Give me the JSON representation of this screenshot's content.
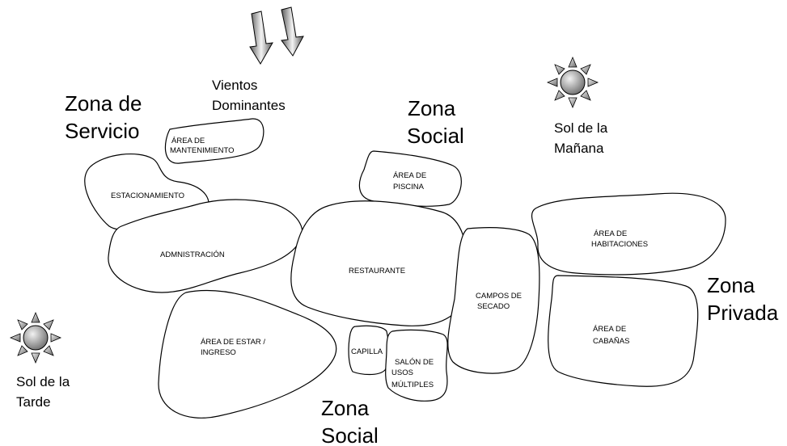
{
  "zones": {
    "servicio": [
      "Zona de",
      "Servicio"
    ],
    "social_top": [
      "Zona",
      "Social"
    ],
    "privada": [
      "Zona",
      "Privada"
    ],
    "social_bottom": [
      "Zona",
      "Social"
    ]
  },
  "notes": {
    "vientos": [
      "Vientos",
      "Dominantes"
    ],
    "sol_manana": [
      "Sol de la",
      "Mañana"
    ],
    "sol_tarde": [
      "Sol de la",
      "Tarde"
    ]
  },
  "areas": {
    "mantenimiento": [
      "ÁREA DE",
      "MANTENIMIENTO"
    ],
    "estacionamiento": [
      "ESTACIONAMIENTO"
    ],
    "administracion": [
      "ADMNISTRACIÓN"
    ],
    "estar": [
      "ÁREA DE ESTAR /",
      "INGRESO"
    ],
    "piscina": [
      "ÁREA DE",
      "PISCINA"
    ],
    "restaurante": [
      "RESTAURANTE"
    ],
    "capilla": [
      "CAPILLA"
    ],
    "salon": [
      "SALÓN DE",
      "USOS",
      "MÚLTIPLES"
    ],
    "campos": [
      "CAMPOS DE",
      "SECADO"
    ],
    "habitaciones": [
      "ÁREA DE",
      "HABITACIONES"
    ],
    "cabanas": [
      "ÁREA DE",
      "CABAÑAS"
    ]
  },
  "icons": [
    "wind-arrow-icon",
    "wind-arrow-icon",
    "sun-icon",
    "sun-icon"
  ],
  "colors": {
    "stroke": "#000000",
    "sun_light": "#f2f2f2",
    "sun_dark": "#6e6e6e"
  }
}
